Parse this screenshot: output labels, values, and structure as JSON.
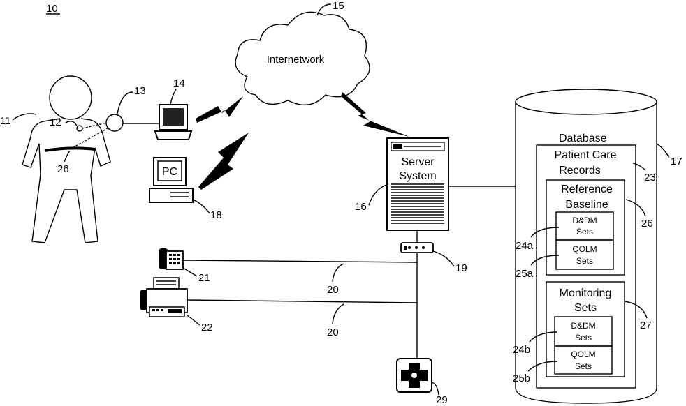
{
  "figure": {
    "fig_ref": "10",
    "cloud_label": "Internetwork",
    "server_label_1": "Server",
    "server_label_2": "System",
    "pc_label": "PC",
    "database_label": "Database",
    "records_label_1": "Patient Care",
    "records_label_2": "Records",
    "reference_label_1": "Reference",
    "reference_label_2": "Baseline",
    "monitoring_label_1": "Monitoring",
    "monitoring_label_2": "Sets",
    "ref_ddm_1": "D&DM",
    "ref_ddm_2": "Sets",
    "ref_qolm_1": "QOLM",
    "ref_qolm_2": "Sets",
    "mon_ddm_1": "D&DM",
    "mon_ddm_2": "Sets",
    "mon_qolm_1": "QOLM",
    "mon_qolm_2": "Sets"
  },
  "refs": {
    "r11": "11",
    "r12": "12",
    "r13": "13",
    "r14": "14",
    "r15": "15",
    "r16": "16",
    "r17": "17",
    "r18": "18",
    "r19": "19",
    "r20a": "20",
    "r20b": "20",
    "r21": "21",
    "r22": "22",
    "r23": "23",
    "r24a": "24a",
    "r24b": "24b",
    "r25a": "25a",
    "r25b": "25b",
    "r26a": "26",
    "r26b": "26",
    "r27": "27",
    "r29": "29"
  }
}
